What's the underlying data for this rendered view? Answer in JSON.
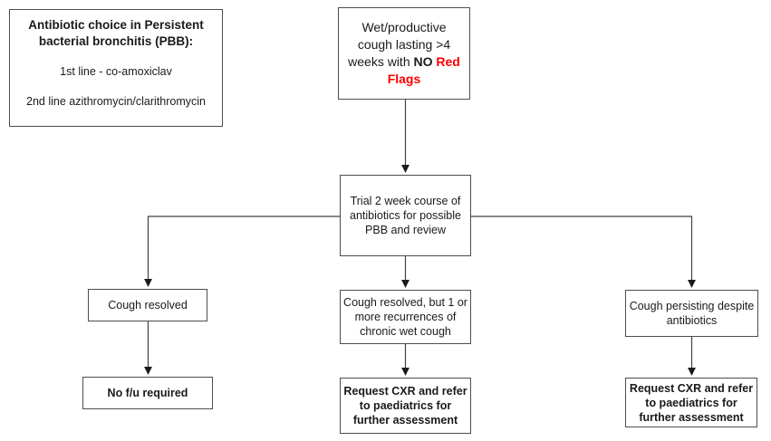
{
  "info_box": {
    "title": "Antibiotic choice in Persistent bacterial bronchitis (PBB):",
    "line1": "1st line - co-amoxiclav",
    "line2": "2nd line azithromycin/clarithromycin"
  },
  "flow": {
    "start": {
      "line1": "Wet/productive",
      "line2": "cough lasting >4",
      "line3_prefix": "weeks with ",
      "line3_no": "NO",
      "line3_red": " Red",
      "line4_red": "Flags"
    },
    "trial": {
      "lines": [
        "Trial 2 week course of",
        "antibiotics for possible",
        "PBB and review"
      ]
    },
    "branches": {
      "left": {
        "condition": "Cough resolved",
        "outcome": "No f/u required"
      },
      "center": {
        "condition_lines": [
          "Cough resolved, but 1 or",
          "more recurrences of",
          "chronic wet cough"
        ],
        "outcome_lines": [
          "Request CXR and refer",
          "to paediatrics for",
          "further assessment"
        ]
      },
      "right": {
        "condition_lines": [
          "Cough persisting despite",
          "antibiotics"
        ],
        "outcome_lines": [
          "Request CXR and refer",
          "to paediatrics for",
          "further assessment"
        ]
      }
    }
  },
  "colors": {
    "red_flag_text": "#ff0000",
    "node_border": "#4d4d4d",
    "connector": "#404040",
    "text": "#1a1a1a",
    "background": "#ffffff"
  }
}
